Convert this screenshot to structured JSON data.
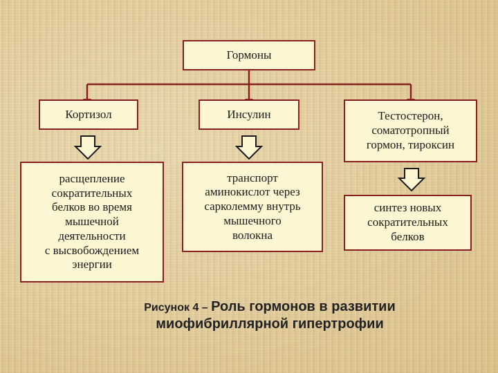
{
  "diagram": {
    "root": "Гормоны",
    "columns": [
      {
        "hormone": "Кортизол",
        "effect": "расщепление\nсократительных\nбелков во время\nмышечной\nдеятельности\nс высвобождением\nэнергии"
      },
      {
        "hormone": "Инсулин",
        "effect": "транспорт\nаминокислот через\nсарколемму внутрь\nмышечного\nволокна"
      },
      {
        "hormone": "Тестостерон,\nсоматотропный\nгормон, тироксин",
        "effect": "синтез новых\nсократительных\nбелков"
      }
    ]
  },
  "caption": {
    "prefix": "Рисунок 4 –",
    "line1": "Роль гормонов в развитии",
    "line2": "миофибриллярной гипертрофии"
  },
  "colors": {
    "border": "#8a1f1f",
    "box_fill": "#fdf6d3",
    "background": "#e3cf9f"
  }
}
